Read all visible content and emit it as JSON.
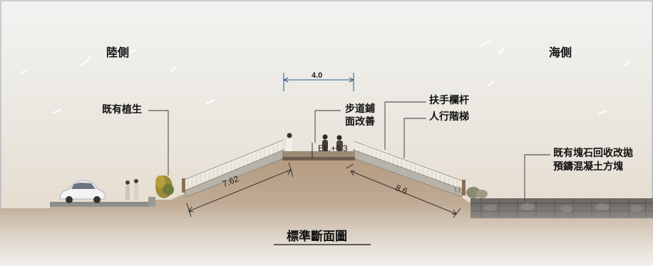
{
  "diagram": {
    "title": "標準斷面圖",
    "labels": {
      "land_side": "陸側",
      "sea_side": "海側",
      "existing_vegetation": "既有植生",
      "walkway_paving_1": "步道鋪",
      "walkway_paving_2": "面改善",
      "handrail": "扶手欄杆",
      "pedestrian_stairs": "人行階梯",
      "revetment_1": "既有塊石回收改拋",
      "revetment_2": "預鑄混凝土方塊"
    },
    "dimensions": {
      "top_width": "4.0",
      "elevation": "EL.+6.3",
      "left_slope": "7.62",
      "right_slope": "8.6"
    },
    "colors": {
      "sky_top": "#eef0ee",
      "sky_bottom": "#e7ddcf",
      "ground": "#b79d82",
      "railing": "#e9e9e6",
      "rock": "#6f6c67",
      "dimension_line": "#2b5a8a"
    }
  }
}
